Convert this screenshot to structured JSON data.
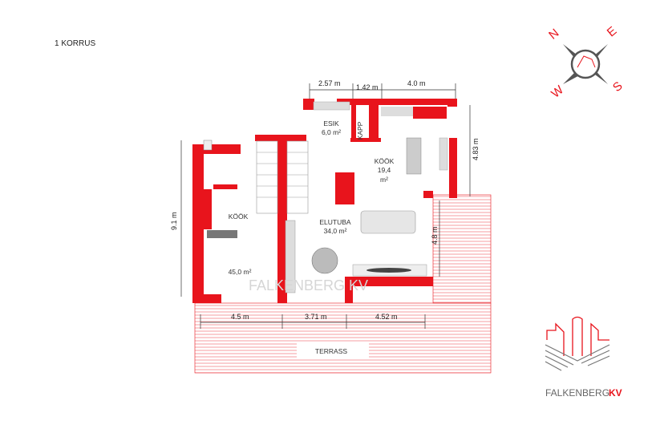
{
  "title": "1 KORRUS",
  "dimensions": {
    "top_left": "2.57 m",
    "top_mid": "1.42 m",
    "top_right": "4.0 m",
    "right_upper": "4.83 m",
    "left": "9.1 m",
    "right_lower": "4.8 m",
    "bottom_left": "4.5 m",
    "bottom_mid": "3.71 m",
    "bottom_right": "4.52 m"
  },
  "rooms": {
    "esik": {
      "name": "ESIK",
      "area": "6,0 m²"
    },
    "kapp": {
      "name": "KAPP"
    },
    "kitchen_right": {
      "name": "KÖÖK",
      "area_value": "19,4",
      "area_unit": "m²"
    },
    "kitchen_left": {
      "name": "KÖÖK"
    },
    "left_area": "45,0 m²",
    "living": {
      "name": "ELUTUBA",
      "area": "34,0 m²"
    },
    "terrace": {
      "name": "TERRASS"
    }
  },
  "compass": {
    "n": "N",
    "e": "E",
    "s": "S",
    "w": "W"
  },
  "logo": {
    "brand": "FALKENBERG",
    "suffix": "KV"
  },
  "watermark": "FALKENBERG KV",
  "colors": {
    "wall": "#e8141c",
    "accent": "#e8141c",
    "grey": "#666666"
  }
}
